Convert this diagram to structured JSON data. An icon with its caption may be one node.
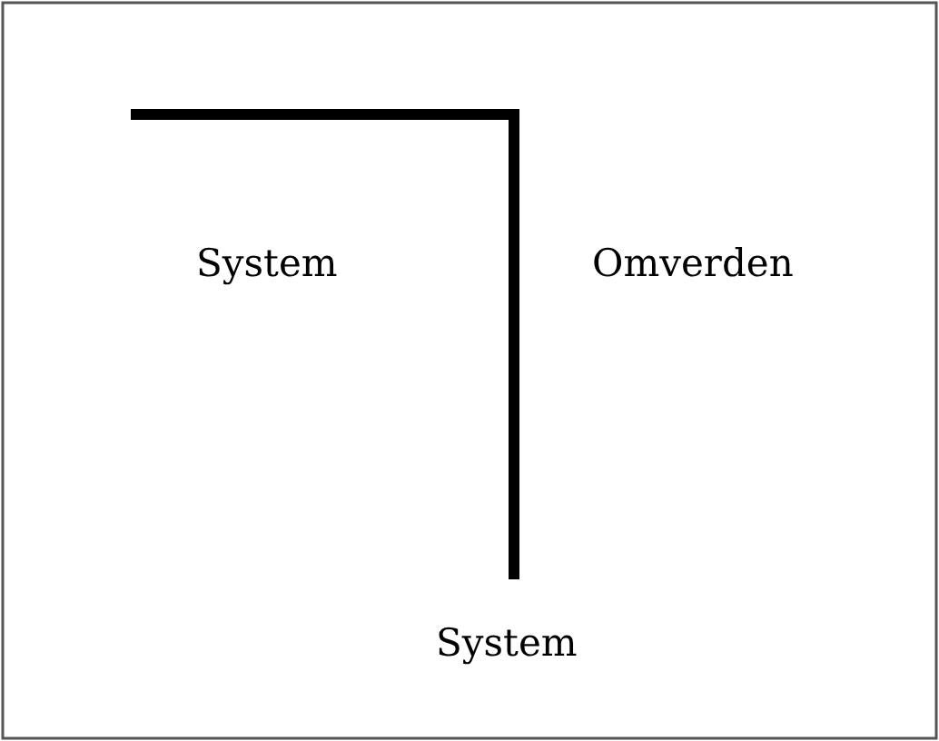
{
  "diagram": {
    "labels": [
      "System",
      "Omverden",
      "System"
    ]
  }
}
